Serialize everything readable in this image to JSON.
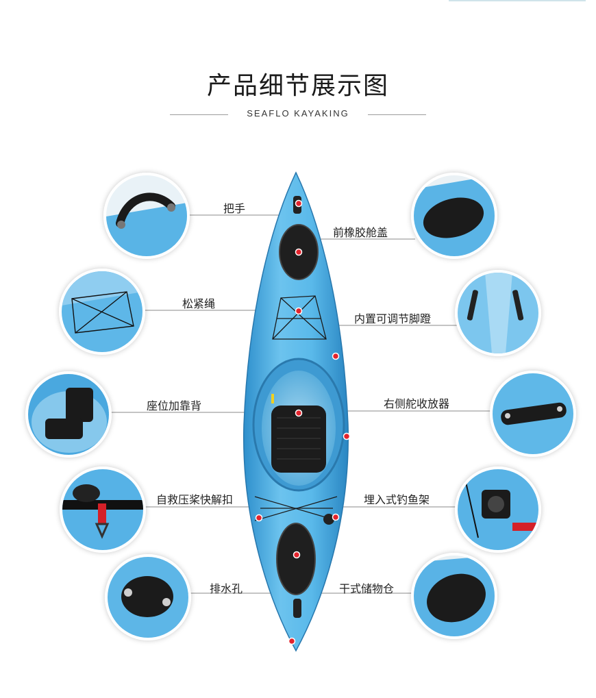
{
  "header": {
    "title": "产品细节展示图",
    "subtitle": "SEAFLO KAYAKING"
  },
  "features": {
    "handle": "把手",
    "front_hatch": "前橡胶舱盖",
    "bungee": "松紧绳",
    "footrest": "内置可调节脚蹬",
    "seat": "座位加靠背",
    "rudder": "右侧舵收放器",
    "paddle_clip": "自救压桨快解扣",
    "rod_holder": "埋入式钓鱼架",
    "drain": "排水孔",
    "dry_storage": "干式储物仓"
  },
  "colors": {
    "hull": "#4eb1e6",
    "hull_dark": "#2f8fcb",
    "marker": "#e3232c",
    "line": "#8a8a8a"
  }
}
